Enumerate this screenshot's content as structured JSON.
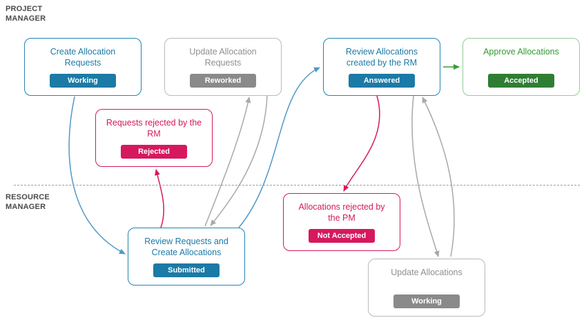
{
  "lanes": {
    "project_manager": "PROJECT\nMANAGER",
    "resource_manager": "RESOURCE\nMANAGER"
  },
  "nodes": [
    {
      "id": "create-allocation-requests",
      "title": "Create Allocation Requests",
      "badge": "Working",
      "color": "#1b7aa6"
    },
    {
      "id": "update-allocation-requests",
      "title": "Update Allocation Requests",
      "badge": "Reworked",
      "color": "#8a8a8a"
    },
    {
      "id": "review-allocations-created-by-rm",
      "title": "Review Allocations created by the RM",
      "badge": "Answered",
      "color": "#1b7aa6"
    },
    {
      "id": "approve-allocations",
      "title": "Approve Allocations",
      "badge": "Accepted",
      "color": "#2f7d33"
    },
    {
      "id": "requests-rejected-by-rm",
      "title": "Requests rejected by the RM",
      "badge": "Rejected",
      "color": "#d6185e"
    },
    {
      "id": "allocations-rejected-by-pm",
      "title": "Allocations rejected by the PM",
      "badge": "Not Accepted",
      "color": "#d6185e"
    },
    {
      "id": "review-requests-create-allocations",
      "title": "Review Requests and Create Allocations",
      "badge": "Submitted",
      "color": "#1b7aa6"
    },
    {
      "id": "update-allocations",
      "title": "Update Allocations",
      "badge": "Working",
      "color": "#8a8a8a"
    }
  ],
  "edges": [
    {
      "from": "Create Allocation Requests",
      "to": "Review Requests and Create Allocations",
      "color": "blue"
    },
    {
      "from": "Review Requests and Create Allocations",
      "to": "Requests rejected by the RM",
      "color": "pink"
    },
    {
      "from": "Review Requests and Create Allocations",
      "to": "Update Allocation Requests",
      "color": "gray"
    },
    {
      "from": "Update Allocation Requests",
      "to": "Review Requests and Create Allocations",
      "color": "gray"
    },
    {
      "from": "Review Requests and Create Allocations",
      "to": "Review Allocations created by the RM",
      "color": "blue"
    },
    {
      "from": "Review Allocations created by the RM",
      "to": "Allocations rejected by the PM",
      "color": "pink"
    },
    {
      "from": "Review Allocations created by the RM",
      "to": "Approve Allocations",
      "color": "green"
    },
    {
      "from": "Review Allocations created by the RM",
      "to": "Update Allocations",
      "color": "gray"
    },
    {
      "from": "Update Allocations",
      "to": "Review Allocations created by the RM",
      "color": "gray"
    }
  ],
  "colors": {
    "blue": "#1b7aa6",
    "gray": "#8a8a8a",
    "pink": "#d6185e",
    "green": "#2f7d33",
    "green_border": "#94ca94",
    "arrow_blue": "#4f97c7",
    "arrow_gray": "#a8a8a8",
    "divider": "#9a9a9a"
  }
}
